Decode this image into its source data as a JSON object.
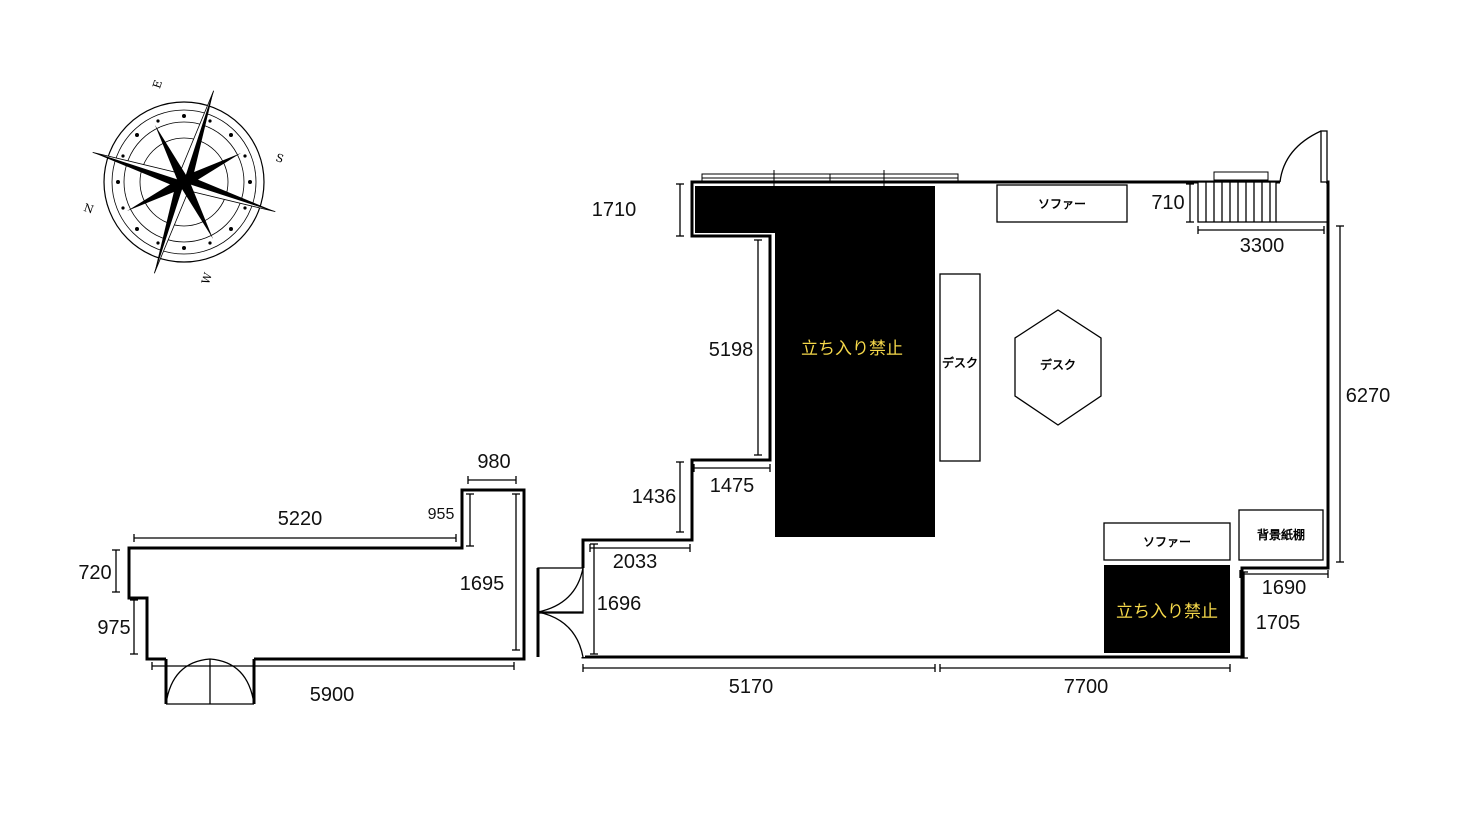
{
  "compass": {
    "north": "N",
    "east": "E",
    "south": "S",
    "west": "W"
  },
  "areas": {
    "restricted_1": "立ち入り禁止",
    "restricted_2": "立ち入り禁止",
    "sofa_top": "ソファー",
    "sofa_bottom": "ソファー",
    "desk_tall": "デスク",
    "desk_hex": "デスク",
    "backdrop_shelf": "背景紙棚"
  },
  "dimensions": {
    "d1710": "1710",
    "d5198": "5198",
    "d1436": "1436",
    "d1475": "1475",
    "d2033": "2033",
    "d1696": "1696",
    "d5170": "5170",
    "d7700": "7700",
    "d710": "710",
    "d3300": "3300",
    "d6270": "6270",
    "d1690": "1690",
    "d1705": "1705",
    "d980": "980",
    "d5220": "5220",
    "d955": "955",
    "d720": "720",
    "d975": "975",
    "d1695": "1695",
    "d5900": "5900"
  },
  "colors": {
    "wall": "#000000",
    "restricted_fill": "#000000",
    "restricted_text": "#f5d84a"
  }
}
